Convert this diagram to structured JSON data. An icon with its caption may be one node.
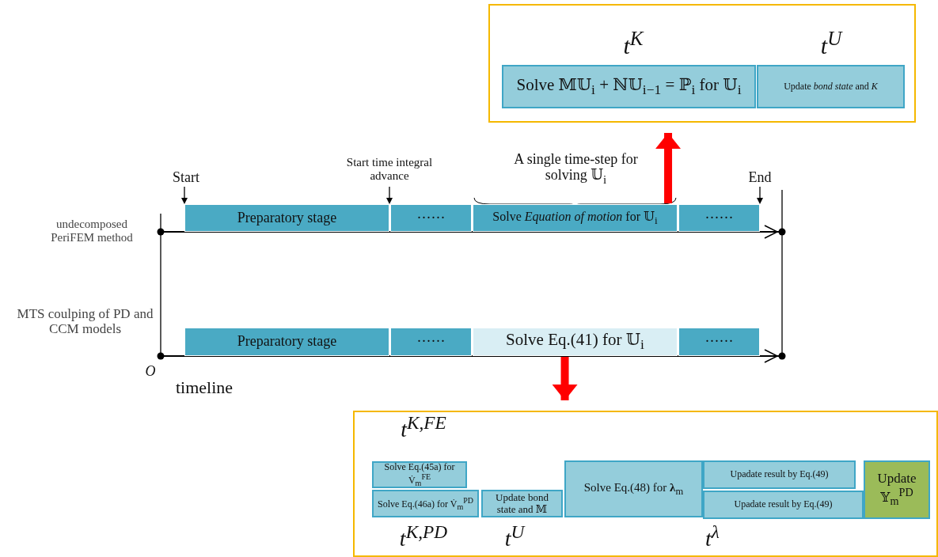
{
  "diagram": {
    "nodes": [
      {
        "text": [],
        "shape": "box"
      },
      {
        "text": [
          "Solve 𝕄𝕌$_{i}$ + ℕ𝕌$_{i−1}$ = ℙ$_{i}$ for 𝕌$_{i}$"
        ],
        "in": 0,
        "beside": [
          "t$^{K}$"
        ]
      },
      {
        "text": [
          "Update *bond state* and *K*"
        ],
        "in": 0,
        "beside": [
          "t$^{U}$"
        ]
      },
      {
        "text": [
          "Preparatory stage"
        ]
      },
      {
        "text": [
          "······"
        ]
      },
      {
        "text": [
          "Solve *Equation of motion* for 𝕌$_{i}$"
        ],
        "beside": [
          "A single time-step for solving 𝕌$_{i}$"
        ]
      },
      {
        "text": [
          "······"
        ]
      },
      {
        "text": [
          "Preparatory stage"
        ]
      },
      {
        "text": [
          "······"
        ]
      },
      {
        "text": [
          "Solve Eq.(41) for 𝕌$_{i}$"
        ]
      },
      {
        "text": [
          "······"
        ]
      },
      {
        "text": [],
        "shape": "box"
      },
      {
        "text": [
          "Solve Eq.(45a) for V̇$_{m}$$^{FE}$"
        ],
        "in": 11,
        "beside": [
          "t$^{K,FE}$"
        ]
      },
      {
        "text": [
          "Solve Eq.(46a) for V̇$_{m}$$^{PD}$"
        ],
        "in": 11,
        "beside": [
          "t$^{K,PD}$"
        ]
      },
      {
        "text": [
          "Update bond state and 𝕄"
        ],
        "in": 11,
        "beside": [
          "t$^{U}$"
        ]
      },
      {
        "text": [
          "Solve Eq.(48) for **λ**$_{m}$"
        ],
        "in": 11
      },
      {
        "text": [
          "Upadate result by Eq.(49)"
        ],
        "in": 11
      },
      {
        "text": [
          "Upadate result by Eq.(49)"
        ],
        "in": 11
      },
      {
        "text": [
          "Update 𝕐$_{m}$$^{PD}$"
        ],
        "in": 11
      }
    ],
    "edges": [
      {
        "from": 5,
        "to": 0,
        "arrow": "to",
        "color": "#ff0000"
      },
      {
        "from": 9,
        "to": 11,
        "arrow": "to",
        "color": "#ff0000"
      }
    ],
    "labels": [
      "Start",
      "Start time integral advance",
      "End",
      "undecomposed PeriFEM method",
      "MTS coulping of PD and CCM models",
      "O",
      "timeline",
      "t$^{λ}$"
    ]
  }
}
